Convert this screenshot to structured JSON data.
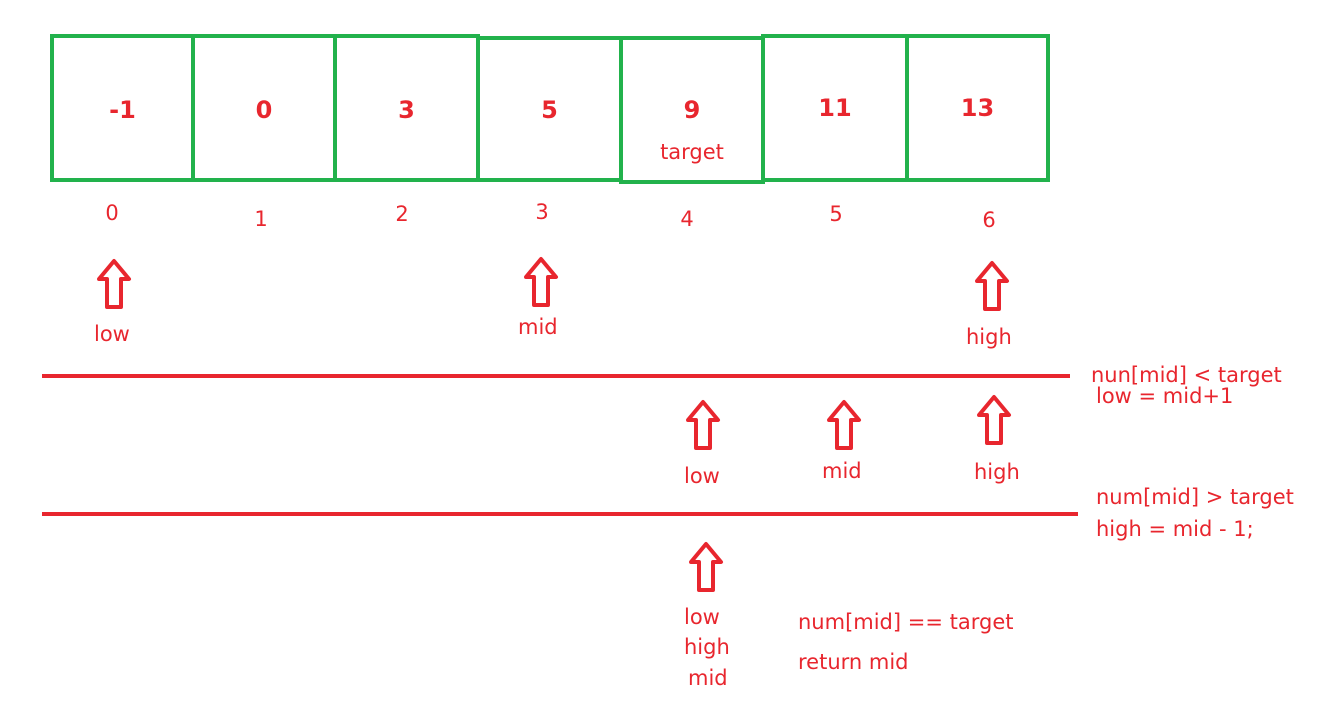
{
  "array": {
    "cells": [
      {
        "value": "-1",
        "note": ""
      },
      {
        "value": "0",
        "note": ""
      },
      {
        "value": "3",
        "note": ""
      },
      {
        "value": "5",
        "note": ""
      },
      {
        "value": "9",
        "note": "target"
      },
      {
        "value": "11",
        "note": ""
      },
      {
        "value": "13",
        "note": ""
      }
    ],
    "indices": [
      "0",
      "1",
      "2",
      "3",
      "4",
      "5",
      "6"
    ]
  },
  "step1": {
    "low_label": "low",
    "mid_label": "mid",
    "high_label": "high",
    "condition": "nun[mid] < target",
    "action": "low = mid+1"
  },
  "step2": {
    "low_label": "low",
    "mid_label": "mid",
    "high_label": "high",
    "condition": "num[mid] > target",
    "action": "high = mid - 1;"
  },
  "step3": {
    "label_low": "low",
    "label_high": "high",
    "label_mid": "mid",
    "condition": "num[mid] == target",
    "action": "return mid"
  },
  "colors": {
    "cell_border": "#22b24c",
    "text": "#e8262e",
    "rule": "#e8262e"
  }
}
